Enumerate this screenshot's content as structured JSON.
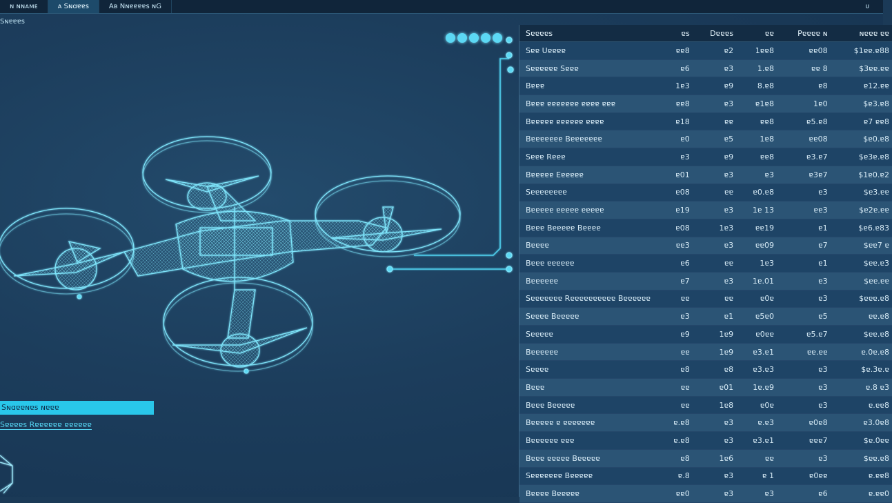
{
  "tabs": [
    {
      "label": "ɴ ɴɴᴀᴍᴇ",
      "active": false
    },
    {
      "label": "ᴀ  Sɴɑɐɐs",
      "active": true
    },
    {
      "label": "Aʙ  Nɴɐɐɐɐs  ɴG",
      "active": false
    }
  ],
  "window_control": "ᴜ",
  "toolbar_label": "Sɴɐɐɐs",
  "status": {
    "primary": "Sɴɑɐɐɴɐs ɴɐɐɐ",
    "secondary": "Sɐɐɐɐs Rɐɐɐɐɐɐ ɐɐɐɐɐɐ"
  },
  "colors": {
    "background": "#1c3d5c",
    "accent": "#29c7ea",
    "wireframe": "#6fe0f7",
    "table_dark": "#1e4466",
    "table_light": "#2b5475"
  },
  "view_dots": [
    "dot",
    "dot",
    "dot",
    "dot",
    "dot"
  ],
  "table": {
    "headers": [
      "Sɐɐɐɐs",
      "ɐs",
      "Dɐɐɐs",
      "ɐɐ",
      "Pɐɐɐɐ  ɴ",
      "ɴɐɐɐ ɐɐ"
    ],
    "rows": [
      [
        "Sɐɐ Uɐɐɐɐ",
        "ɐɐ8",
        "ɐ2",
        "1ɐɐ8",
        "ɐɐ08",
        "$1ɐɐ.ɐ88"
      ],
      [
        "Sɐɐɐɐɐɐ Sɐɐɐ",
        "ɐ6",
        "ɐ3",
        "1.ɐ8",
        "ɐɐ 8",
        "$3ɐɐ.ɐɐ"
      ],
      [
        "Bɐɐɐ",
        "1ɐ3",
        "ɐ9",
        "8.ɐ8",
        "ɐ8",
        "ɐ12.ɐɐ"
      ],
      [
        "Bɐɐɐ ɐɐɐɐɐɐɐ  ɐɐɐɐ ɐɐɐ",
        "ɐɐ8",
        "ɐ3",
        "ɐ1ɐ8",
        "1ɐ0",
        "$ɐ3.ɐ8"
      ],
      [
        "Bɐɐɐɐɐ ɐɐɐɐɐɐ ɐɐɐɐ",
        "ɐ18",
        "ɐɐ",
        "ɐɐ8",
        "ɐ5.ɐ8",
        "ɐ7 ɐɐ8"
      ],
      [
        "Bɐɐɐɐɐɐɐ Bɐɐɐɐɐɐɐ",
        "ɐ0",
        "ɐ5",
        "1ɐ8",
        "ɐɐ08",
        "$ɐ0.ɐ8"
      ],
      [
        "Sɐɐɐ Rɐɐɐ",
        "ɐ3",
        "ɐ9",
        "ɐɐ8",
        "ɐ3.ɐ7",
        "$ɐ3ɐ.ɐ8"
      ],
      [
        "Bɐɐɐɐɐ Eɐɐɐɐɐ",
        "ɐ01",
        "ɐ3",
        "ɐ3",
        "ɐ3ɐ7",
        "$1ɐ0.ɐ2"
      ],
      [
        "Sɐɐɐɐɐɐɐɐ",
        "ɐ08",
        "ɐɐ",
        "ɐ0.ɐ8",
        "ɐ3",
        "$ɐ3.ɐɐ"
      ],
      [
        "Bɐɐɐɐɐ ɐɐɐɐɐ  ɐɐɐɐɐ",
        "ɐ19",
        "ɐ3",
        "1ɐ 13",
        "ɐɐ3",
        "$ɐ2ɐ.ɐɐ"
      ],
      [
        "Bɐɐɐ Bɐɐɐɐɐ Bɐɐɐɐ",
        "ɐ08",
        "1ɐ3",
        "ɐɐ19",
        "ɐ1",
        "$ɐ6.ɐ83"
      ],
      [
        "Bɐɐɐɐ",
        "ɐɐ3",
        "ɐ3",
        "ɐɐ09",
        "ɐ7",
        "$ɐɐ7 ɐ"
      ],
      [
        "Bɐɐɐ ɐɐɐɐɐɐ",
        "ɐ6",
        "ɐɐ",
        "1ɐ3",
        "ɐ1",
        "$ɐɐ.ɐ3"
      ],
      [
        "Bɐɐɐɐɐɐ",
        "ɐ7",
        "ɐ3",
        "1ɐ.01",
        "ɐ3",
        "$ɐɐ.ɐɐ"
      ],
      [
        "Sɐɐɐɐɐɐɐ Rɐɐɐɐɐɐɐɐɐɐ Bɐɐɐɐɐɐ",
        "ɐɐ",
        "ɐɐ",
        "ɐ0ɐ",
        "ɐ3",
        "$ɐɐɐ.ɐ8"
      ],
      [
        "Sɐɐɐɐ Bɐɐɐɐɐ",
        "ɐ3",
        "ɐ1",
        "ɐ5ɐ0",
        "ɐ5",
        "ɐɐ.ɐ8"
      ],
      [
        "Sɐɐɐɐɐ",
        "ɐ9",
        "1ɐ9",
        "ɐ0ɐɐ",
        "ɐ5.ɐ7",
        "$ɐɐ.ɐ8"
      ],
      [
        "Bɐɐɐɐɐɐ",
        "ɐɐ",
        "1ɐ9",
        "ɐ3.ɐ1",
        "ɐɐ.ɐɐ",
        "ɐ.0ɐ.ɐ8"
      ],
      [
        "Sɐɐɐɐ",
        "ɐ8",
        "ɐ8",
        "ɐ3.ɐ3",
        "ɐ3",
        "$ɐ.3ɐ.ɐ"
      ],
      [
        "Bɐɐɐ",
        "ɐɐ",
        "ɐ01",
        "1ɐ.ɐ9",
        "ɐ3",
        "ɐ.8 ɐ3"
      ],
      [
        "Bɐɐɐ Bɐɐɐɐɐ",
        "ɐɐ",
        "1ɐ8",
        "ɐ0ɐ",
        "ɐ3",
        "ɐ.ɐɐ8"
      ],
      [
        "Bɐɐɐɐɐ ɐ ɐɐɐɐɐɐɐ",
        "ɐ.ɐ8",
        "ɐ3",
        "ɐ.ɐ3",
        "ɐ0ɐ8",
        "ɐ3.0ɐ8"
      ],
      [
        "Bɐɐɐɐɐɐ ɐɐɐ",
        "ɐ.ɐ8",
        "ɐ3",
        "ɐ3.ɐ1",
        "ɐɐɐ7",
        "$ɐ.0ɐɐ"
      ],
      [
        "Bɐɐɐ ɐɐɐɐɐ Bɐɐɐɐɐ",
        "ɐ8",
        "1ɐ6",
        "ɐɐ",
        "ɐ3",
        "$ɐɐ.ɐ8"
      ],
      [
        "Sɐɐɐɐɐɐɐ Bɐɐɐɐɐ",
        "ɐ.8",
        "ɐ3",
        "ɐ 1",
        "ɐ0ɐɐ",
        "ɐ.ɐɐ8"
      ],
      [
        "Bɐɐɐɐ Bɐɐɐɐɐ",
        "ɐɐ0",
        "ɐ3",
        "ɐ3",
        "ɐ6",
        "ɐ.ɐɐ0"
      ]
    ]
  }
}
